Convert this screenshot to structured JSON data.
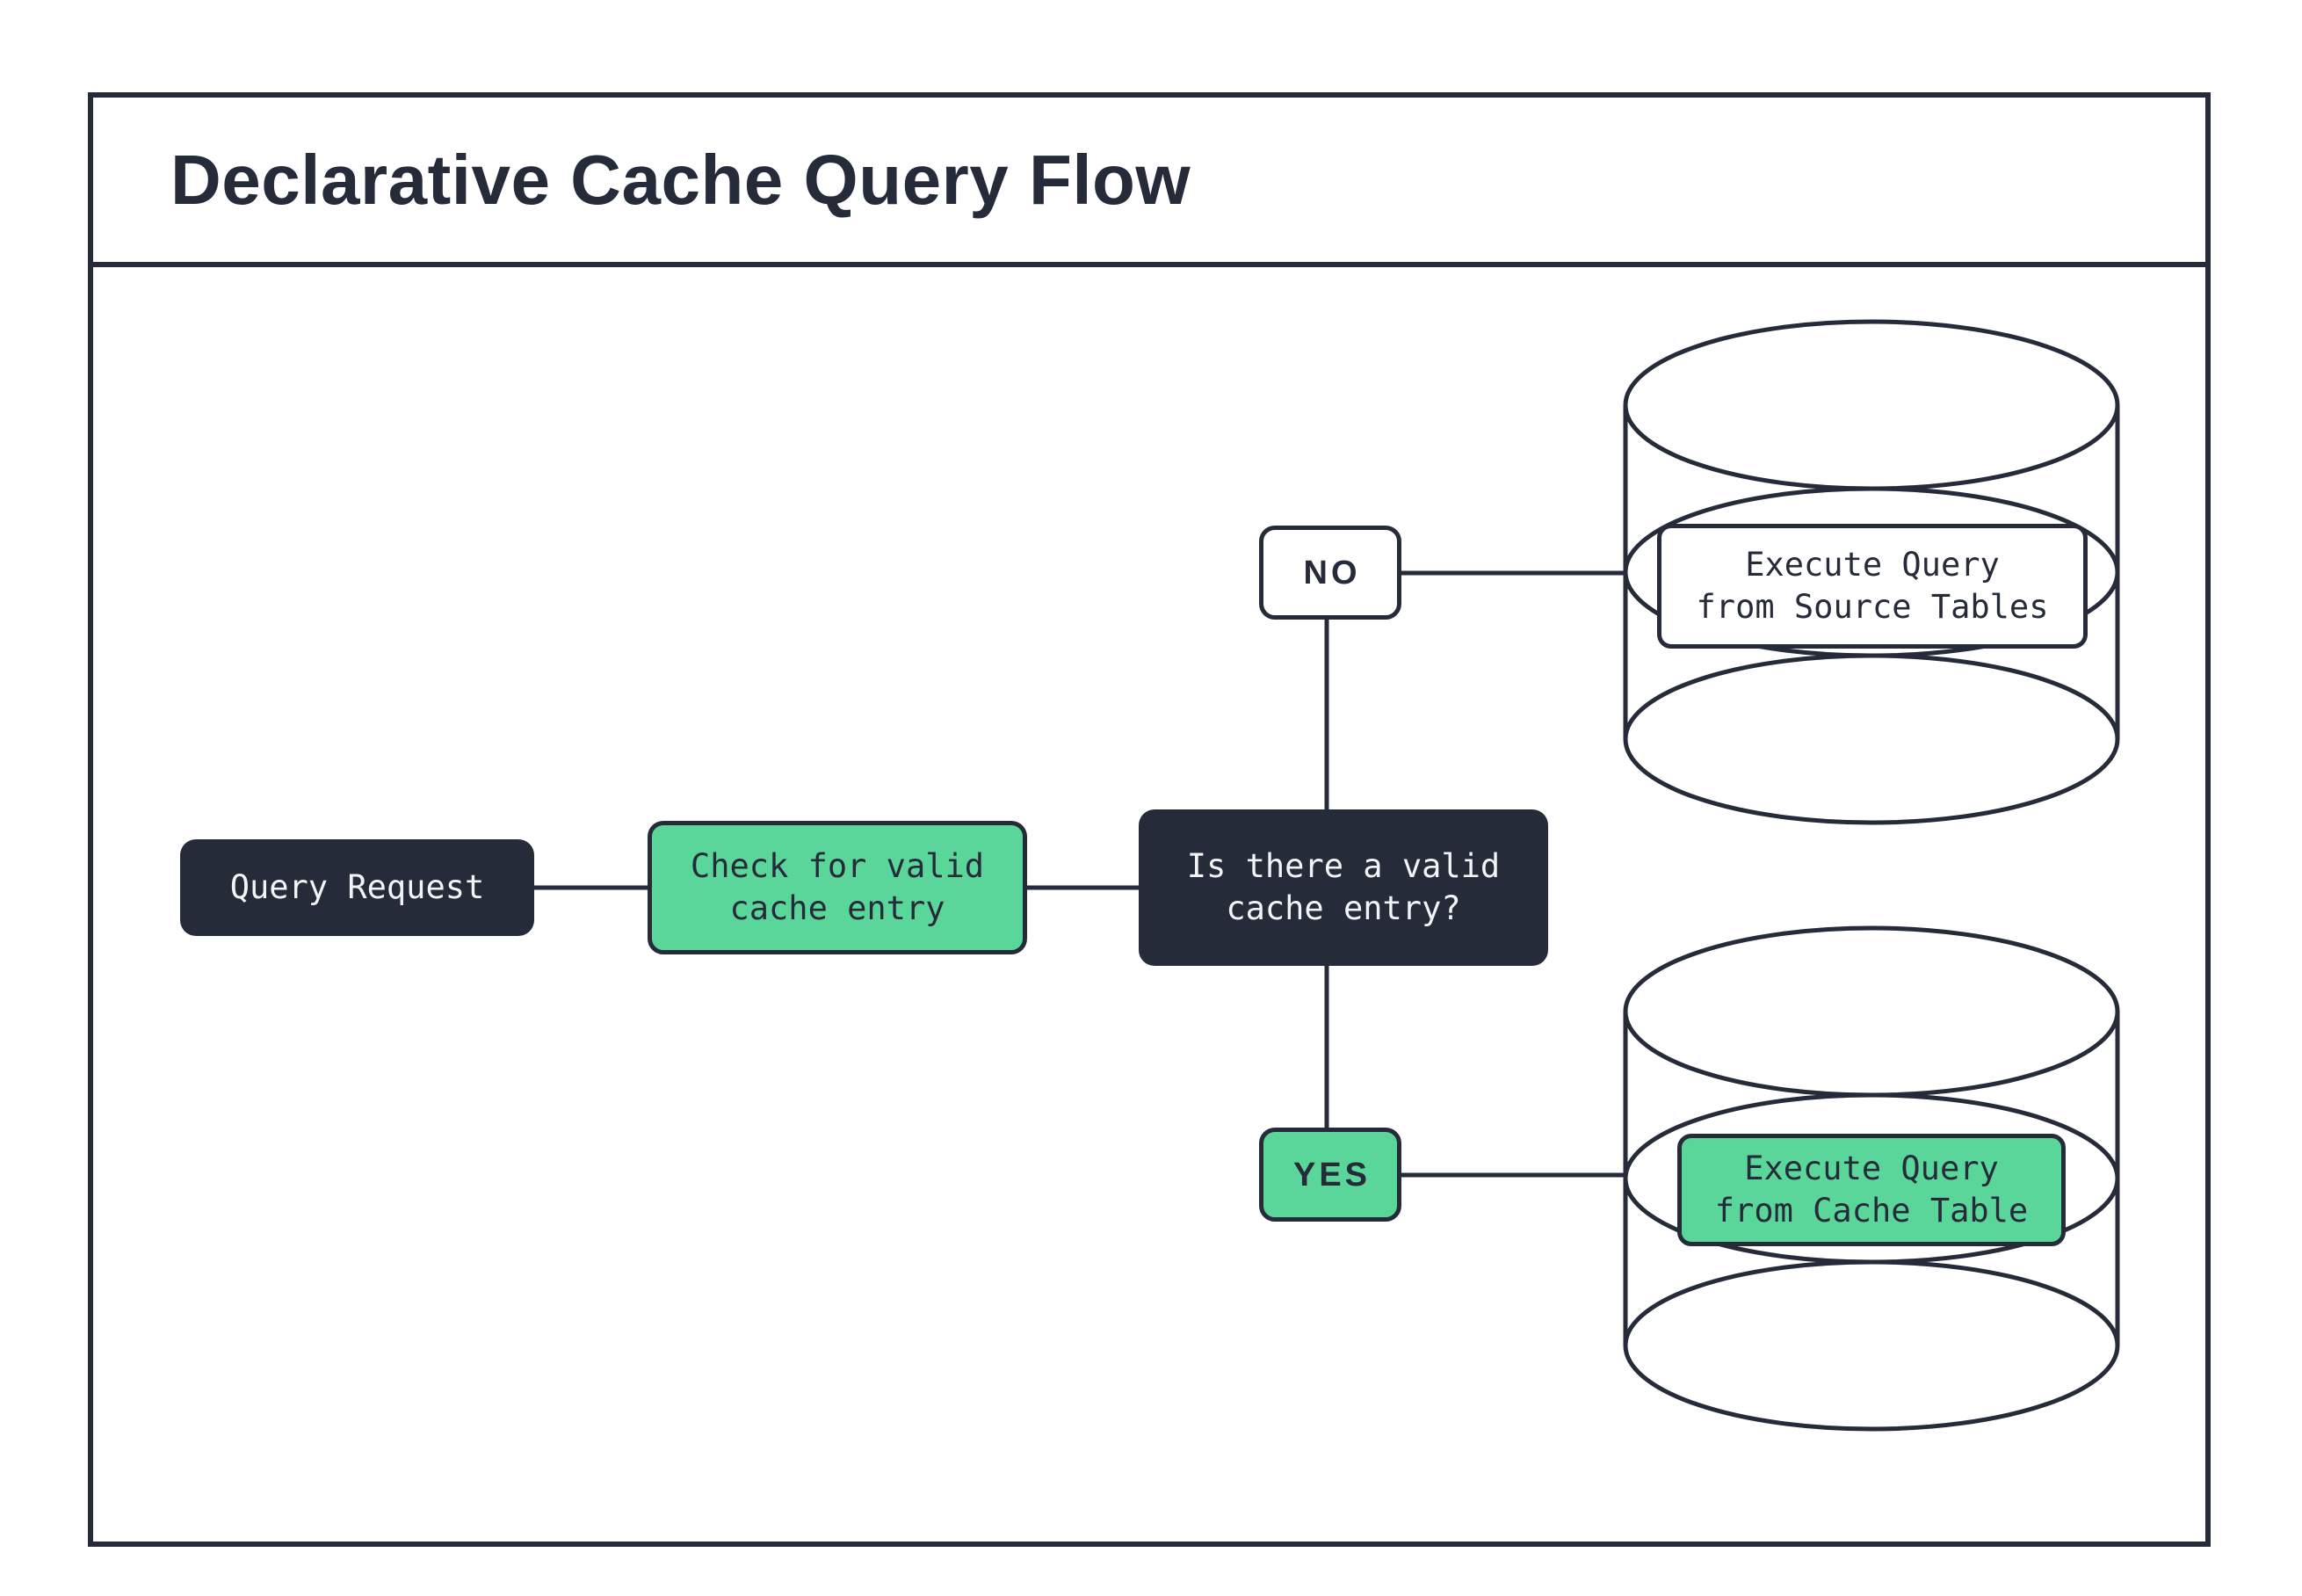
{
  "title": "Declarative Cache Query Flow",
  "colors": {
    "navy": "#262b3a",
    "green": "#5bd69b",
    "paper": "#ffffff",
    "light_text": "#f2f4f6"
  },
  "nodes": {
    "query_request": {
      "label": "Query Request"
    },
    "check_cache": {
      "label": "Check for valid\ncache entry"
    },
    "decision": {
      "label": "Is there a valid\ncache entry?"
    },
    "no_branch": {
      "label": "NO"
    },
    "yes_branch": {
      "label": "YES"
    },
    "source_db": {
      "label": "Execute Query\nfrom Source Tables"
    },
    "cache_db": {
      "label": "Execute Query\nfrom Cache Table"
    }
  }
}
